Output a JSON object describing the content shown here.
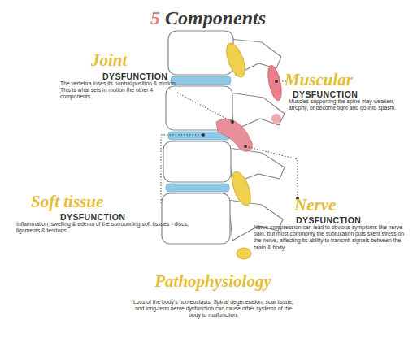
{
  "diagram": {
    "title": "5 Components",
    "labels": [
      "Joint",
      "DYSFUNCTION",
      "The vertebra loses its normal position & motion. This is what sets in motion the other 4 components.",
      "Muscular",
      "DYSFUNCTION",
      "Muscles supporting the spine may weaken, atrophy, or become tight and go into spasm.",
      "Soft tissue",
      "DYSFUNCTION",
      "Inflammation, swelling & edema of the surrounding soft tissues - discs, ligaments & tendons.",
      "Nerve",
      "DYSFUNCTION",
      "Nerve compression can lead to obvious symptoms like nerve pain, but most commonly the subluxation puts silent stress on the nerve, affecting its ability to transmit signals between the brain & body.",
      "Pathophysiology",
      "Loss of the body's homeostasis. Spinal degeneration, scar tissue, and long-term nerve dysfunction can cause other systems of the body to malfunction."
    ]
  }
}
